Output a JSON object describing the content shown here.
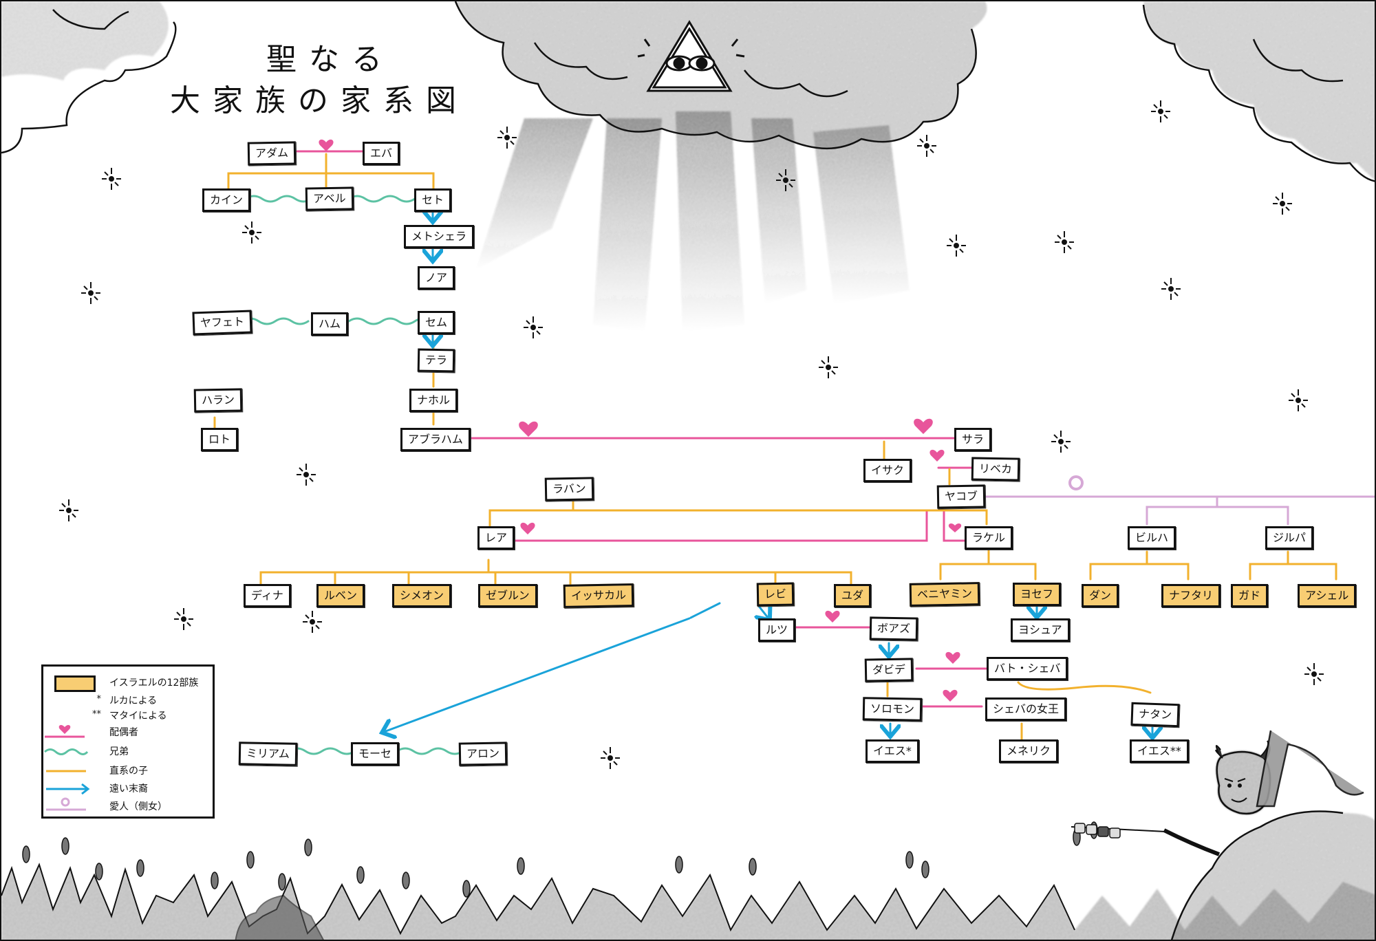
{
  "title": {
    "line1": "聖なる",
    "line2": "大家族の家系図"
  },
  "colors": {
    "spouse": "#e8559b",
    "sibling": "#5cc2a3",
    "child": "#f2b12d",
    "descendant": "#1aa3d9",
    "concubine": "#d6a8d6",
    "tribe_fill": "#f8cd73"
  },
  "nodes": {
    "adam": "アダム",
    "eve": "エバ",
    "cain": "カイン",
    "abel": "アベル",
    "seth": "セト",
    "methuselah": "メトシェラ",
    "noah": "ノア",
    "japheth": "ヤフェト",
    "ham": "ハム",
    "shem": "セム",
    "terah": "テラ",
    "haran": "ハラン",
    "lot": "ロト",
    "nahor": "ナホル",
    "abraham": "アブラハム",
    "sarah": "サラ",
    "isaac": "イサク",
    "rebekah": "リベカ",
    "laban": "ラバン",
    "jacob": "ヤコブ",
    "leah": "レア",
    "rachel": "ラケル",
    "bilhah": "ビルハ",
    "zilpah": "ジルパ",
    "dinah": "ディナ",
    "reuben": "ルベン",
    "simeon": "シメオン",
    "zebulun": "ゼブルン",
    "issachar": "イッサカル",
    "levi": "レビ",
    "judah": "ユダ",
    "benjamin": "ベニヤミン",
    "joseph": "ヨセフ",
    "dan": "ダン",
    "naphtali": "ナフタリ",
    "gad": "ガド",
    "asher": "アシェル",
    "ruth": "ルツ",
    "boaz": "ボアズ",
    "joshua": "ヨシュア",
    "david": "ダビデ",
    "bathsheba": "バト・シェバ",
    "solomon": "ソロモン",
    "queen_sheba": "シェバの女王",
    "nathan": "ナタン",
    "jesus_luke": "イエス*",
    "menelik": "メネリク",
    "jesus_matthew": "イエス**",
    "miriam": "ミリアム",
    "moses": "モーセ",
    "aaron": "アロン"
  },
  "legend": {
    "items": [
      {
        "symbol": "yellow-box",
        "label": "イスラエルの12部族"
      },
      {
        "symbol": "*",
        "label": "ルカによる"
      },
      {
        "symbol": "**",
        "label": "マタイによる"
      },
      {
        "symbol": "spouse-line",
        "label": "配偶者"
      },
      {
        "symbol": "sibling-wave",
        "label": "兄弟"
      },
      {
        "symbol": "child-line",
        "label": "直系の子"
      },
      {
        "symbol": "descendant-arrow",
        "label": "遠い末裔"
      },
      {
        "symbol": "concubine-line",
        "label": "愛人（側女）"
      }
    ]
  },
  "illustrations": {
    "top": "all-seeing-eye-in-clouds",
    "bottom_right": "devil-roasting-marshmallows",
    "bottom": "hell-flames"
  }
}
